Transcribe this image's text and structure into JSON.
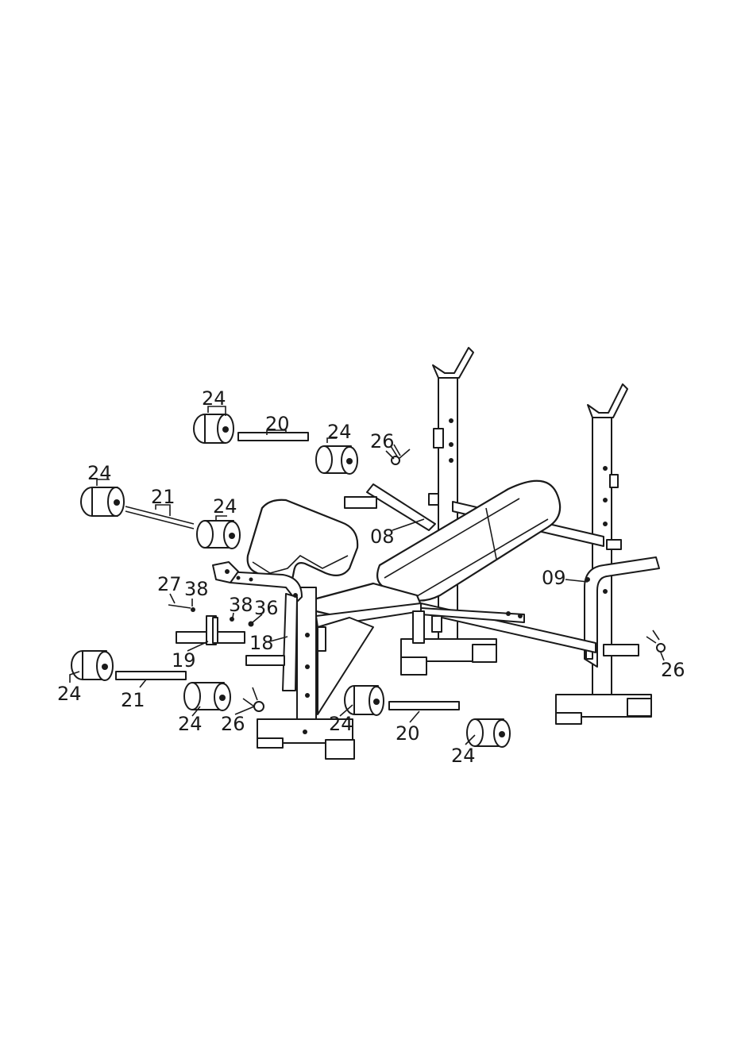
{
  "diagram": {
    "callouts": [
      {
        "id": "c1",
        "text": "24"
      },
      {
        "id": "c2",
        "text": "20"
      },
      {
        "id": "c3",
        "text": "24"
      },
      {
        "id": "c4",
        "text": "26"
      },
      {
        "id": "c5",
        "text": "24"
      },
      {
        "id": "c6",
        "text": "21"
      },
      {
        "id": "c7",
        "text": "24"
      },
      {
        "id": "c8",
        "text": "08"
      },
      {
        "id": "c9",
        "text": "09"
      },
      {
        "id": "c10",
        "text": "27"
      },
      {
        "id": "c11",
        "text": "38"
      },
      {
        "id": "c12",
        "text": "38"
      },
      {
        "id": "c13",
        "text": "36"
      },
      {
        "id": "c14",
        "text": "18"
      },
      {
        "id": "c15",
        "text": "19"
      },
      {
        "id": "c16",
        "text": "26"
      },
      {
        "id": "c17",
        "text": "24"
      },
      {
        "id": "c18",
        "text": "21"
      },
      {
        "id": "c19",
        "text": "24"
      },
      {
        "id": "c20",
        "text": "26"
      },
      {
        "id": "c21",
        "text": "24"
      },
      {
        "id": "c22",
        "text": "20"
      },
      {
        "id": "c23",
        "text": "24"
      }
    ]
  }
}
